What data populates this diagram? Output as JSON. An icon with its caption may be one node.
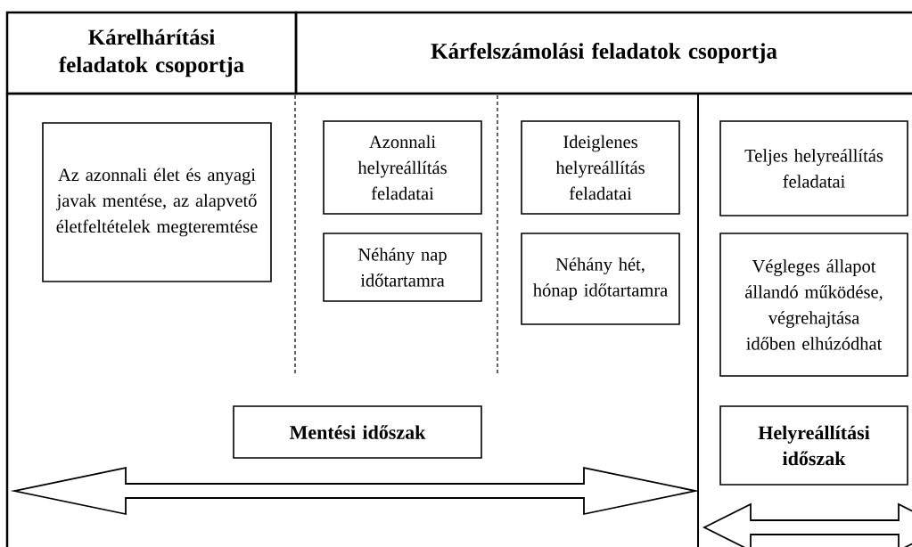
{
  "diagram": {
    "nodes": [
      {
        "text": [
          "Kárelhárítási feladatok csoportja"
        ]
      },
      {
        "text": [
          "Kárfelszámolási feladatok csoportja"
        ]
      },
      {
        "text": [
          "Az azonnali élet és anyagi javak mentése, az alapvető életfeltételek megteremtése"
        ]
      },
      {
        "text": [
          "Azonnali helyreállítás feladatai"
        ]
      },
      {
        "text": [
          "Néhány nap időtartamra"
        ]
      },
      {
        "text": [
          "Ideiglenes helyreállítás feladatai"
        ]
      },
      {
        "text": [
          "Néhány hét, hónap időtartamra"
        ]
      },
      {
        "text": [
          "Teljes helyreállítás feladatai"
        ]
      },
      {
        "text": [
          "Végleges állapot állandó működése, végrehajtása időben elhúzódhat"
        ]
      },
      {
        "text": [
          "Mentési időszak"
        ]
      },
      {
        "text": [
          "Helyreállítási időszak"
        ]
      }
    ]
  }
}
